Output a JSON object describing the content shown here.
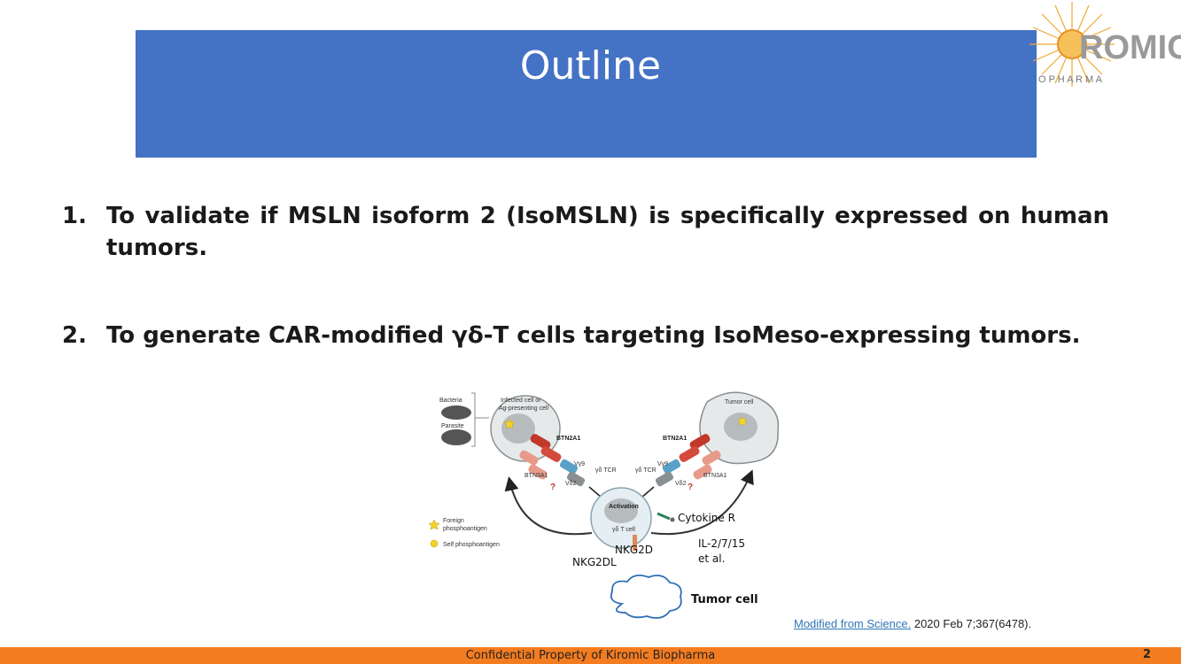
{
  "slide": {
    "title": "Outline",
    "objectives": [
      {
        "number": "1.",
        "text": "To validate if MSLN isoform 2 (IsoMSLN) is specifically expressed on human tumors."
      },
      {
        "number": "2.",
        "text": "To generate CAR-modified γδ-T cells targeting IsoMeso-expressing tumors."
      }
    ]
  },
  "logo": {
    "wordmark": "ROMIC",
    "subtitle": "O P H A R M A"
  },
  "diagram": {
    "labels": {
      "bacteria": "Bacteria",
      "parasite": "Parasite",
      "infected_cell": "Infected cell or",
      "infected_cell_2": "Ag-presenting cell",
      "tumor_cell_top": "Tumor cell",
      "btn2a1_left": "BTN2A1",
      "btn2a1_right": "BTN2A1",
      "btn3a1_left": "BTN3A1",
      "btn3a1_right": "BTN3A1",
      "vg9_left": "Vγ9",
      "vg9_right": "Vγ9",
      "vd2_left": "Vδ2",
      "vd2_right": "Vδ2",
      "tcr_left": "γδ TCR",
      "tcr_right": "γδ TCR",
      "activation": "Activation",
      "gd_t_cell": "γδ T cell",
      "foreign_pag": "Foreign",
      "foreign_pag_2": "phosphoantigen",
      "self_pag": "Self phosphoantigen",
      "q_mark": "?",
      "cytokine_r": "Cytokine R",
      "il": "IL-2/7/15",
      "et_al": "et al.",
      "nkg2d": "NKG2D",
      "nkg2dl": "NKG2DL",
      "tumor_cell_bottom": "Tumor cell"
    }
  },
  "citation": {
    "link_text": "Modified from Science.",
    "rest": " 2020 Feb 7;367(6478)."
  },
  "footer": {
    "text": "Confidential Property of Kiromic Biopharma",
    "page": "2"
  },
  "colors": {
    "title_bg": "#4472c4",
    "footer_bar": "#f47c20",
    "link": "#2e75b6",
    "logo_sun": "#f0a830"
  }
}
